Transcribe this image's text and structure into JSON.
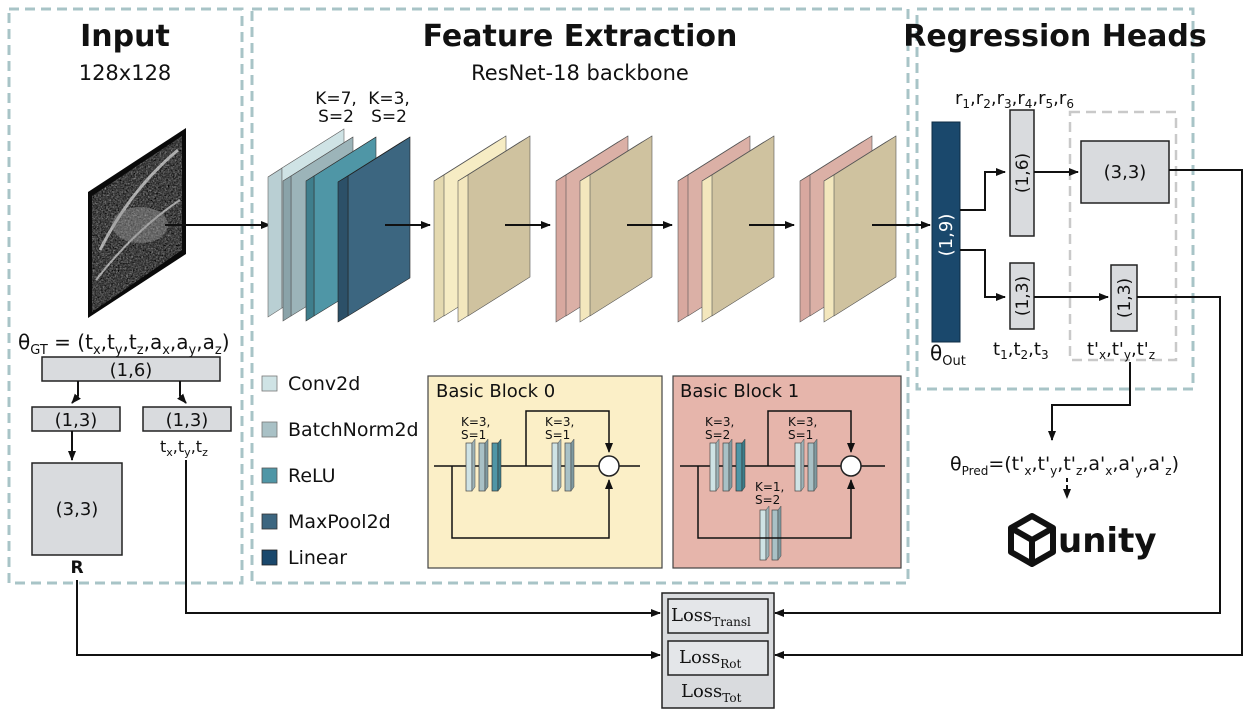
{
  "colors": {
    "conv2d": "#cfe3e5",
    "batchnorm": "#a9c1c6",
    "relu": "#4f96a6",
    "maxpool": "#3c6680",
    "linear": "#1a486c",
    "block0_bg": "#fbefc7",
    "block1_bg": "#e6b5ab",
    "fm_cream": "#f6ecc4",
    "fm_tan": "#cfc29f",
    "fm_pink": "#dbb0a6",
    "box_gray": "#d9dbde",
    "panel_border": "#a8c4c7"
  },
  "sections": {
    "input": {
      "title": "Input",
      "subtitle": "128x128"
    },
    "feature": {
      "title": "Feature Extraction",
      "subtitle": "ResNet-18 backbone"
    },
    "regression": {
      "title": "Regression Heads"
    }
  },
  "kernel_labels": {
    "k7": "K=7,",
    "s2a": "S=2",
    "k3": "K=3,",
    "s2b": "S=2"
  },
  "legend": [
    {
      "label": "Conv2d",
      "color_key": "conv2d"
    },
    {
      "label": "BatchNorm2d",
      "color_key": "batchnorm"
    },
    {
      "label": "ReLU",
      "color_key": "relu"
    },
    {
      "label": "MaxPool2d",
      "color_key": "maxpool"
    },
    {
      "label": "Linear",
      "color_key": "linear"
    }
  ],
  "basic_block_0": {
    "title": "Basic Block 0",
    "k1": "K=3,",
    "s1": "S=1",
    "k2": "K=3,",
    "s2": "S=1"
  },
  "basic_block_1": {
    "title": "Basic Block 1",
    "k1": "K=3,",
    "s1": "S=2",
    "k2": "K=3,",
    "s2": "S=1",
    "k3": "K=1,",
    "s3": "S=2"
  },
  "input_panel": {
    "theta_gt": "θ",
    "theta_gt_sub": "GT",
    "theta_gt_eq": " = (t",
    "box_16": "(1,6)",
    "box_13_left": "(1,3)",
    "box_13_right": "(1,3)",
    "box_33": "(3,3)",
    "r_label": "R",
    "txyz": "t",
    "theta_gt_vector": [
      {
        "base": "t",
        "sub": "x"
      },
      {
        "base": "t",
        "sub": "y"
      },
      {
        "base": "t",
        "sub": "z"
      },
      {
        "base": "a",
        "sub": "x"
      },
      {
        "base": "a",
        "sub": "y"
      },
      {
        "base": "a",
        "sub": "z"
      }
    ]
  },
  "regression_panel": {
    "linear_out": "(1,9)",
    "theta_out": "θ",
    "theta_out_sub": "Out",
    "box_16": "(1,6)",
    "box_13_a": "(1,3)",
    "box_13_b": "(1,3)",
    "box_33": "(3,3)",
    "r_vector_label": "r",
    "t_vector_label": "t",
    "t_prime_label": "t'"
  },
  "prediction": {
    "theta": "θ",
    "sub": "Pred",
    "eq": "=(t'"
  },
  "unity_label": "unity",
  "losses": {
    "transl": "Loss",
    "transl_sub": "Transl",
    "rot": "Loss",
    "rot_sub": "Rot",
    "tot": "Loss",
    "tot_sub": "Tot"
  }
}
